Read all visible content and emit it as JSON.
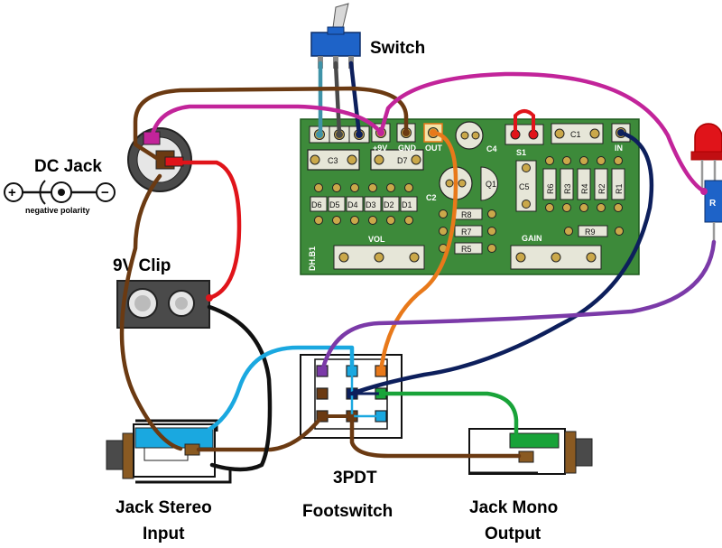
{
  "labels": {
    "switch": "Switch",
    "dc_jack": "DC Jack",
    "dc_polarity": "negative polarity",
    "dc_plus": "+",
    "dc_minus": "−",
    "clip": "9V Clip",
    "jack_in_line1": "Jack Stereo",
    "jack_in_line2": "Input",
    "footswitch_line1": "3PDT",
    "footswitch_line2": "Footswitch",
    "jack_out_line1": "Jack Mono",
    "jack_out_line2": "Output",
    "led_resistor": "R"
  },
  "pcb": {
    "pad_9v": "+9V",
    "pad_gnd": "GND",
    "pad_out": "OUT",
    "pad_in": "IN",
    "board_id": "DH.B1",
    "vol": "VOL",
    "gain": "GAIN",
    "c1": "C1",
    "c2": "C2",
    "c3": "C3",
    "c4": "C4",
    "c5": "C5",
    "d7": "D7",
    "s1": "S1",
    "q": "Q1",
    "diodes": [
      "D6",
      "D5",
      "D4",
      "D3",
      "D2",
      "D1"
    ],
    "res_vertical": [
      "R6",
      "R3",
      "R4",
      "R2",
      "R1"
    ],
    "res_horizontal": [
      "R8",
      "R7",
      "R5"
    ],
    "r9": "R9"
  },
  "colors": {
    "pcb_green": "#3d8a3a",
    "brown": "#6b3a12",
    "magenta": "#c2249a",
    "red": "#e0141a",
    "black": "#111111",
    "cyan": "#1aa8e0",
    "navy": "#0d1f5c",
    "orange": "#e8791a",
    "purple": "#7b3aa8",
    "green": "#19a339",
    "teal": "#3f93a8",
    "gray": "#4a4a4a",
    "switch_blue": "#1e63c8"
  }
}
